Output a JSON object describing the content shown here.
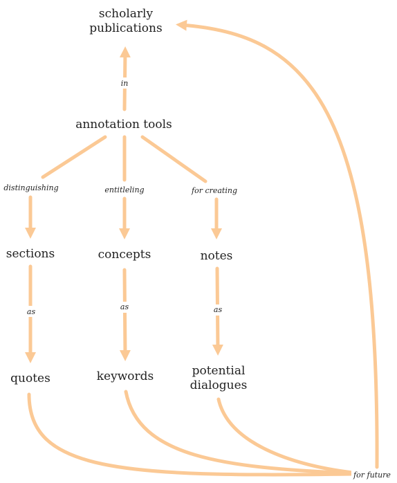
{
  "colors": {
    "edge": "#fbc995",
    "text": "#222222"
  },
  "nodes": {
    "scholarly_publications": [
      "scholarly",
      "publications"
    ],
    "annotation_tools": "annotation tools",
    "sections": "sections",
    "concepts": "concepts",
    "notes": "notes",
    "quotes": "quotes",
    "keywords": "keywords",
    "potential_dialogues": [
      "potential",
      "dialogues"
    ]
  },
  "edge_labels": {
    "in": "in",
    "distinguishing": "distinguishing",
    "entitleling": "entitleling",
    "for_creating": "for creating",
    "as_sections": "as",
    "as_concepts": "as",
    "as_notes": "as",
    "for_future": "for future"
  }
}
